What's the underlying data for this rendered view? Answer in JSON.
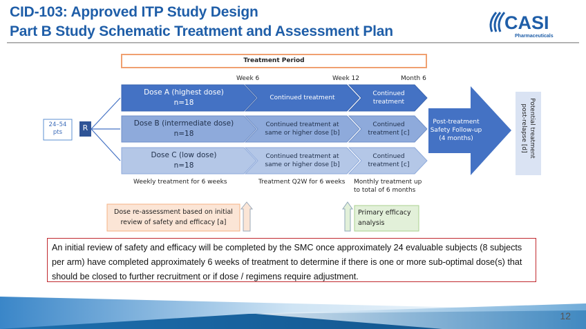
{
  "header": {
    "title_line1": "CID-103: Approved ITP Study Design",
    "title_line2": "Part B Study Schematic Treatment and Assessment Plan",
    "logo_text": "CASI",
    "logo_subtext": "Pharmaceuticals"
  },
  "diagram": {
    "treatment_period": "Treatment Period",
    "milestones": [
      "Week 6",
      "Week 12",
      "Month 6"
    ],
    "patients": [
      "24–54",
      "pts"
    ],
    "randomization": "R",
    "arms": [
      {
        "dose": "Dose A (highest dose)",
        "n": "n=18",
        "phase2": [
          "Continued treatment"
        ],
        "phase3": [
          "Continued",
          "treatment"
        ]
      },
      {
        "dose": "Dose B (intermediate dose)",
        "n": "n=18",
        "phase2": [
          "Continued treatment at",
          "same or higher dose [b]"
        ],
        "phase3": [
          "Continued",
          "treatment [c]"
        ]
      },
      {
        "dose": "Dose C (low dose)",
        "n": "n=18",
        "phase2": [
          "Continued treatment at",
          "same or higher dose [b]"
        ],
        "phase3": [
          "Continued",
          "treatment [c]"
        ]
      }
    ],
    "follow_up": [
      "Post-treatment",
      "Safety Follow-up",
      "(4 months)"
    ],
    "potential": [
      "Potential treatment",
      "post-relapse [d]"
    ],
    "phase_notes": [
      "Weekly treatment for 6 weeks",
      "Treatment Q2W for 6 weeks",
      "Monthly treatment up",
      "to total of 6 months"
    ],
    "dose_reassessment": [
      "Dose re-assessment based on initial",
      "review of safety and efficacy [a]"
    ],
    "primary_efficacy": [
      "Primary efficacy",
      "analysis"
    ]
  },
  "note": "An initial review of safety and efficacy will be completed by the SMC once approximately 24 evaluable subjects (8 subjects per arm) have completed approximately 6 weeks of treatment to determine if there is one or more sub-optimal dose(s) that should be closed to further recruitment or if dose / regimens require adjustment.",
  "page_number": "12",
  "colors": {
    "title": "#1f5ea8",
    "armA": "#4472c4",
    "armB": "#8eaadb",
    "armC": "#b4c7e7",
    "accent_red": "#c0282d"
  }
}
